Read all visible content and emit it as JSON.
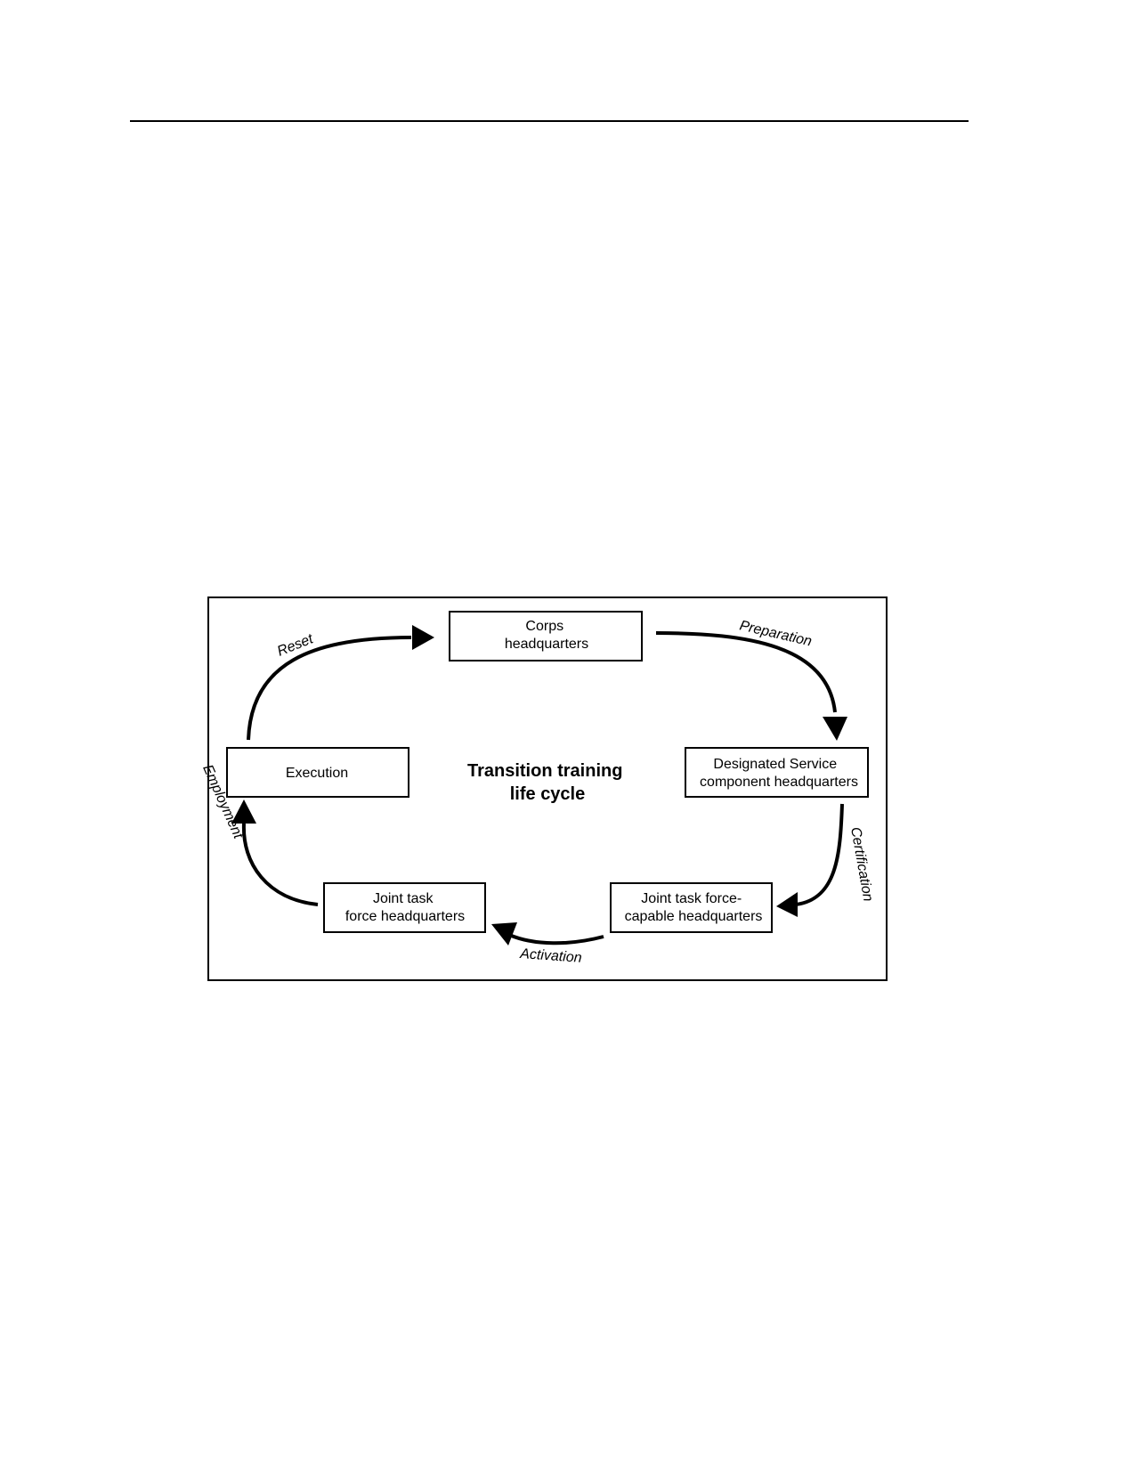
{
  "diagram": {
    "title_lines": [
      "Transition training",
      "life cycle"
    ],
    "nodes": {
      "corps": [
        "Corps",
        "headquarters"
      ],
      "designated": [
        "Designated Service",
        "component headquarters"
      ],
      "capable": [
        "Joint task force-",
        "capable headquarters"
      ],
      "jtf": [
        "Joint task",
        "force headquarters"
      ],
      "execution": [
        "Execution"
      ]
    },
    "phases": {
      "preparation": "Preparation",
      "certification": "Certification",
      "activation": "Activation",
      "employment": "Employment",
      "reset": "Reset"
    },
    "colors": {
      "stroke": "#000000",
      "background": "#ffffff"
    }
  }
}
